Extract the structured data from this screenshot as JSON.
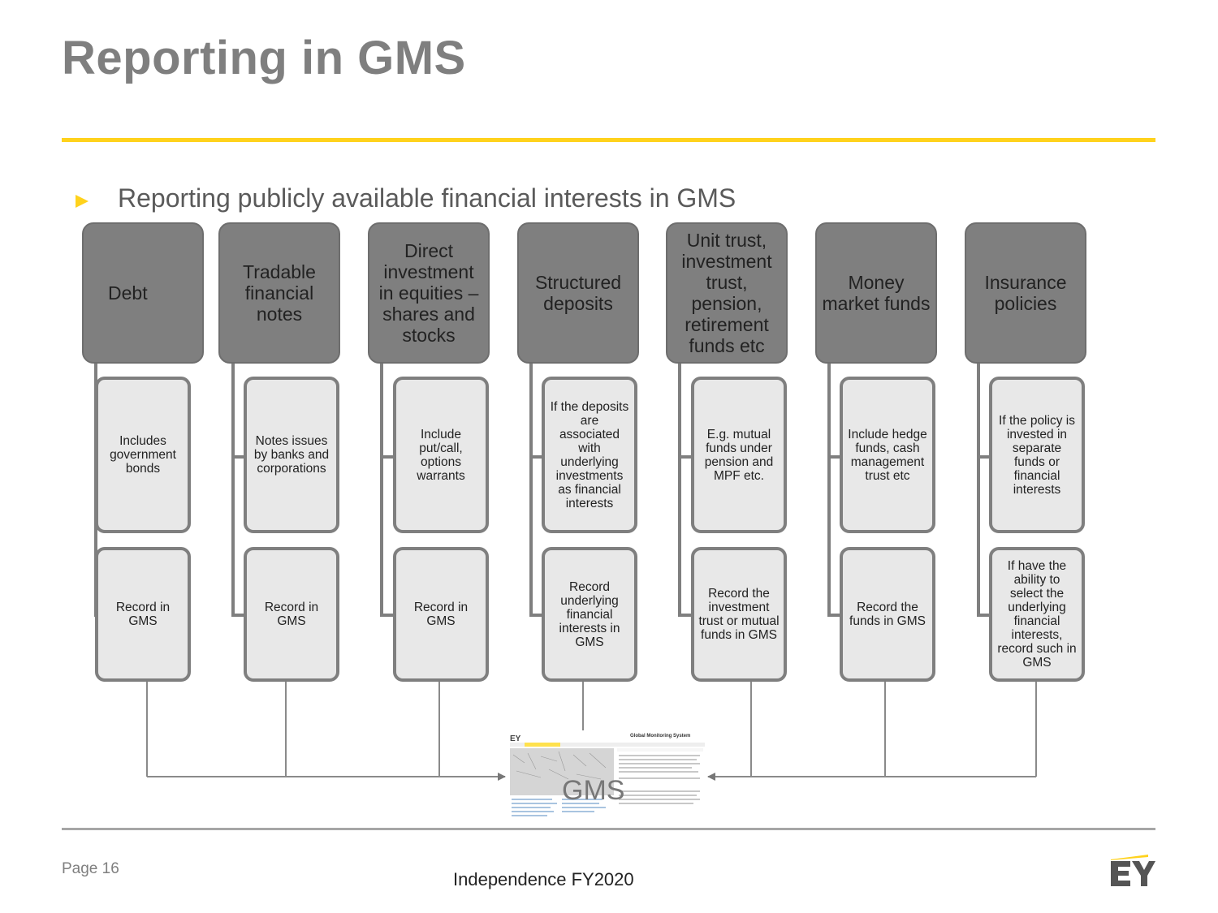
{
  "slide": {
    "title": "Reporting in GMS",
    "bullet": "Reporting publicly available financial interests in GMS"
  },
  "columns": [
    {
      "header": "Debt",
      "detail": "Includes government bonds",
      "action": "Record in GMS"
    },
    {
      "header": "Tradable financial notes",
      "detail": "Notes issues by banks and corporations",
      "action": "Record in GMS"
    },
    {
      "header": "Direct investment in equities – shares and stocks",
      "detail": "Include put/call, options warrants",
      "action": "Record in GMS"
    },
    {
      "header": "Structured deposits",
      "detail": "If the deposits are associated with underlying investments as financial interests",
      "action": "Record underlying financial interests in GMS"
    },
    {
      "header": "Unit trust, investment trust, pension, retirement funds etc",
      "detail": "E.g. mutual funds under pension and MPF etc.",
      "action": "Record the investment trust or mutual funds in GMS"
    },
    {
      "header": "Money market funds",
      "detail": "Include hedge funds, cash management trust etc",
      "action": "Record the funds in GMS"
    },
    {
      "header": "Insurance policies",
      "detail": "If the policy is invested in separate funds or financial interests",
      "action": "If have the ability to select the underlying financial interests, record such in GMS"
    }
  ],
  "gms": {
    "label": "GMS",
    "screenshot_title": "Global Monitoring System"
  },
  "footer": {
    "page": "Page 16",
    "center": "Independence FY2020",
    "logo": "EY"
  },
  "colors": {
    "accent_yellow": "#ffd21c",
    "header_gray": "#7f7f7f",
    "box_fill": "#e8e8e8",
    "title_gray": "#7f7f7f"
  }
}
